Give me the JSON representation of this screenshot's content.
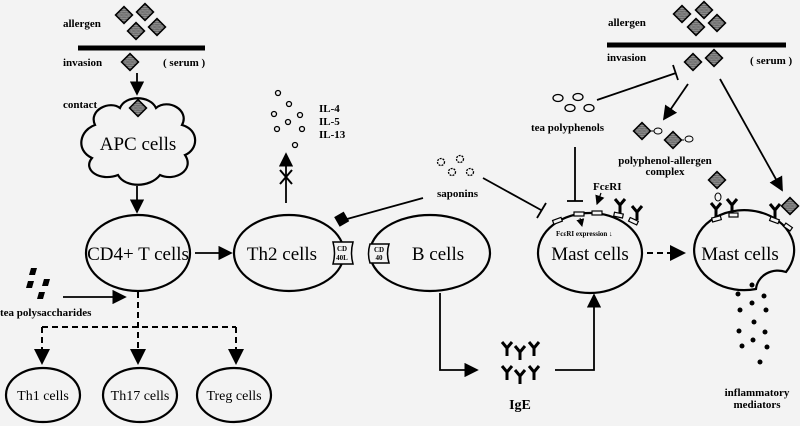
{
  "left_barrier": {
    "allergen": "allergen",
    "invasion": "invasion",
    "serum": "( serum )",
    "contact": "contact"
  },
  "right_barrier": {
    "allergen": "allergen",
    "invasion": "invasion",
    "serum": "( serum )"
  },
  "cells": {
    "apc": "APC cells",
    "cd4": "CD4+ T cells",
    "th2": "Th2 cells",
    "b": "B cells",
    "mast1": "Mast cells",
    "mast2": "Mast cells",
    "th1": "Th1 cells",
    "th17": "Th17 cells",
    "treg": "Treg cells"
  },
  "markers": {
    "cd40l_1": "CD",
    "cd40l_2": "40L",
    "cd40_1": "CD",
    "cd40_2": "40"
  },
  "cytokines": [
    "IL-4",
    "IL-5",
    "IL-13"
  ],
  "compounds": {
    "saponins": "saponins",
    "tea_polyphenols": "tea polyphenols",
    "tea_polysaccharides": "tea polysaccharides",
    "complex_1": "polyphenol-allergen",
    "complex_2": "complex"
  },
  "receptor": {
    "label": "FcεRI",
    "expression": "FcεRI expression ↓"
  },
  "ige": "IgE",
  "mediators": [
    "inflammatory",
    "mediators"
  ]
}
